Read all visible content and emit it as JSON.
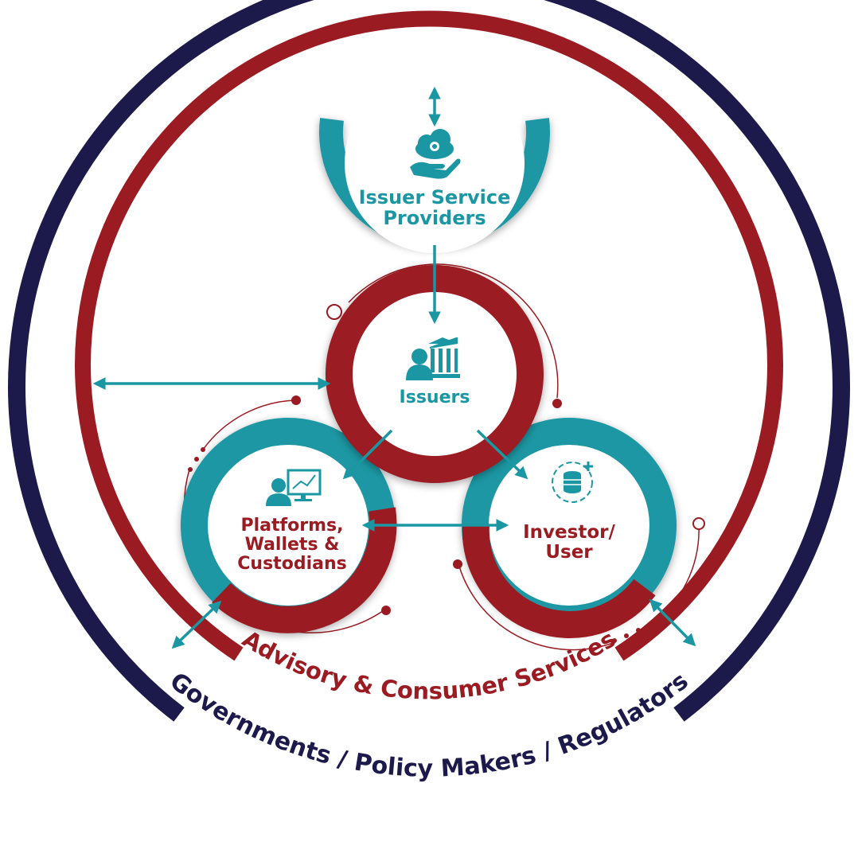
{
  "colors": {
    "navy": "#1c1a4a",
    "red": "#9b1b22",
    "teal": "#1b97a3",
    "white": "#ffffff"
  },
  "outer_ring": {
    "label": "Governments / Policy Makers / Regulators"
  },
  "inner_ring": {
    "label": "Advisory & Consumer Services"
  },
  "nodes": {
    "issuer_service_providers": {
      "line1": "Issuer Service",
      "line2": "Providers",
      "icon": "cloud-gear-hand-icon"
    },
    "issuers": {
      "label": "Issuers",
      "icon": "person-bank-icon"
    },
    "platforms": {
      "line1": "Platforms,",
      "line2": "Wallets &",
      "line3": "Custodians",
      "icon": "person-chart-screen-icon"
    },
    "investor": {
      "line1": "Investor/",
      "line2": "User",
      "icon": "database-plus-icon"
    }
  }
}
